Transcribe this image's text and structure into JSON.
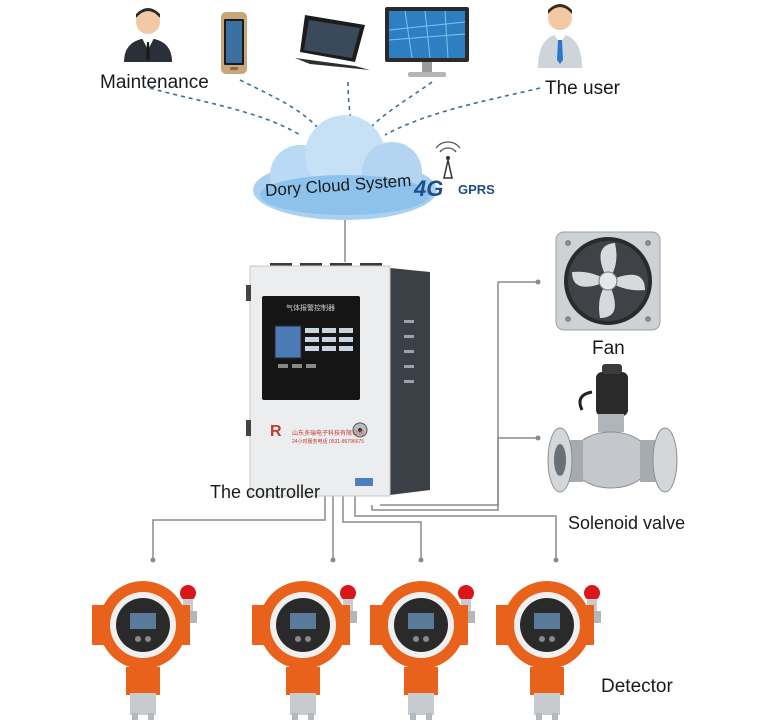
{
  "top": {
    "maintenance_label": "Maintenance",
    "user_label": "The user"
  },
  "cloud": {
    "label": "Dory Cloud System",
    "network_4g": "4G",
    "network_gprs": "GPRS"
  },
  "controller": {
    "label": "The controller",
    "panel_title": "气体报警控制器",
    "company_name": "山东多瑞电子科技有限公司",
    "service_line": "24小时服务电话  0531-86796675",
    "brand_mark": "R"
  },
  "outputs": {
    "fan_label": "Fan",
    "valve_label": "Solenoid valve"
  },
  "detectors": {
    "label": "Detector",
    "count": 4
  },
  "colors": {
    "detector_orange": "#e8621c",
    "beacon_red": "#d8161c",
    "cloud_blue": "#7fb8e8",
    "line_gray": "#8a8a8a",
    "dashed_blue": "#3d6f96"
  }
}
